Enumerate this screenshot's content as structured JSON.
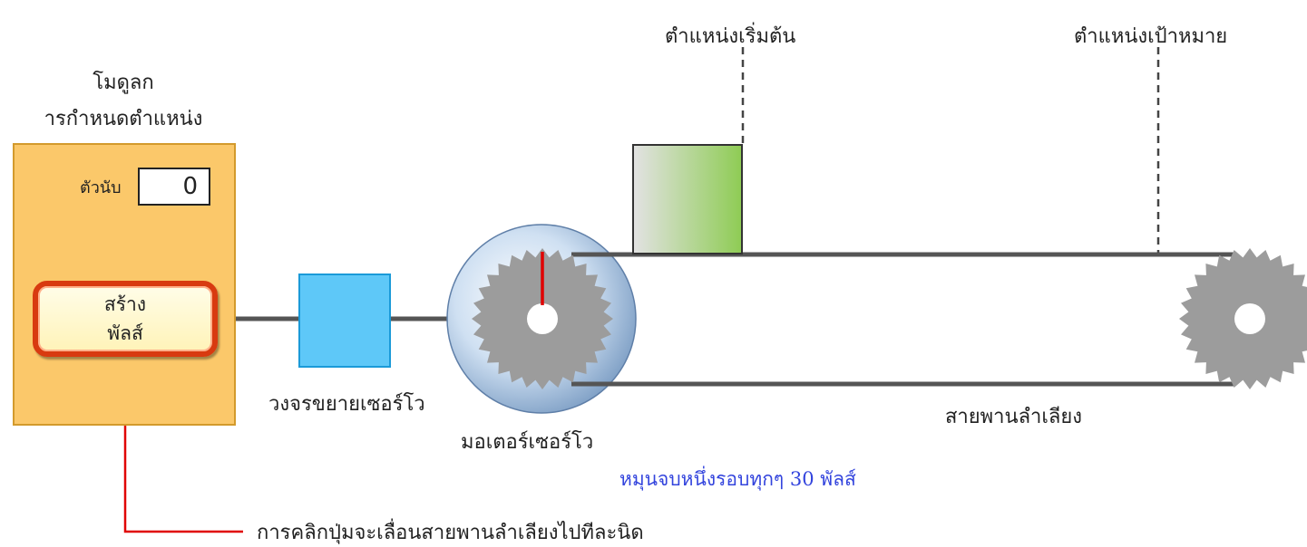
{
  "module": {
    "title_line1": "โมดูลก",
    "title_line2": "ารกำหนดตำแหน่ง",
    "counter_label": "ตัวนับ",
    "counter_value": "0",
    "button_line1": "สร้าง",
    "button_line2": "พัลส์"
  },
  "amplifier": {
    "label": "วงจรขยายเซอร์โว"
  },
  "motor": {
    "label": "มอเตอร์เซอร์โว",
    "rotation_note": "หมุนจบหนึ่งรอบทุกๆ 30 พัลส์"
  },
  "conveyor": {
    "label": "สายพานลำเลียง"
  },
  "positions": {
    "start_label": "ตำแหน่งเริ่มต้น",
    "target_label": "ตำแหน่งเป้าหมาย"
  },
  "callout": {
    "click_note": "การคลิกปุ่มจะเลื่อนสายพานลำเลียงไปทีละนิด"
  },
  "colors": {
    "module_fill": "#fbc86a",
    "amplifier_fill": "#5ec8f8",
    "callout_line": "#e00000",
    "motor_indicator": "#e00000",
    "note_text": "#3344dd",
    "workpiece_fill": "#8fcc55"
  }
}
